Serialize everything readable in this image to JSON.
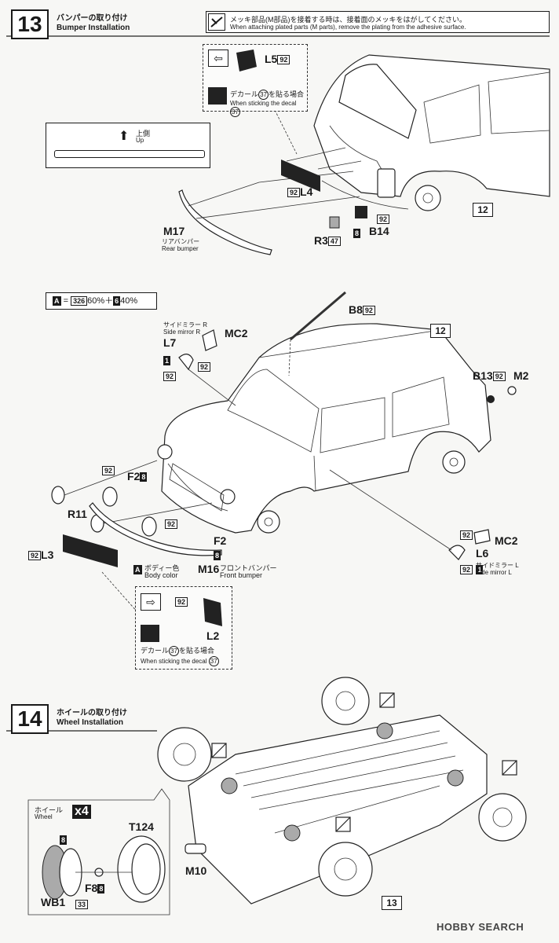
{
  "step13": {
    "number": "13",
    "title_jp": "バンパーの取り付け",
    "title_en": "Bumper Installation",
    "note_jp": "メッキ部品(M部品)を接着する時は、接着面のメッキをはがしてください。",
    "note_en": "When attaching plated parts (M parts), remove the plating from the adhesive surface."
  },
  "rear": {
    "up_jp": "上側",
    "up_en": "Up",
    "l5": "L5",
    "c92": "92",
    "decal_jp_pre": "デカール",
    "decal_num": "37",
    "decal_jp_post": "を貼る場合",
    "decal_en_pre": "When sticking the decal",
    "l4": "L4",
    "m17": "M17",
    "m17_jp": "リアバンパー",
    "m17_en": "Rear bumper",
    "r3": "R3",
    "c47": "47",
    "b14": "B14",
    "c8": "8",
    "ref12": "12"
  },
  "front": {
    "mix_a": "A",
    "mix_eq": "=",
    "mix_326": "326",
    "mix_60": "60%＋",
    "mix_6": "6",
    "mix_40": "40%",
    "b8": "B8",
    "mirror_r_jp": "サイドミラー R",
    "mirror_r_en": "Side mirror R",
    "mc2": "MC2",
    "l7": "L7",
    "c1": "1",
    "ref12": "12",
    "b13": "B13",
    "m2": "M2",
    "r11": "R11",
    "f2": "F2",
    "l3": "L3",
    "body_jp": "ボディー色",
    "body_en": "Body color",
    "m16": "M16",
    "m16_jp": "フロントバンパー",
    "m16_en": "Front bumper",
    "l6": "L6",
    "mirror_l_jp": "サイドミラー L",
    "mirror_l_en": "Side mirror L",
    "l2": "L2"
  },
  "step14": {
    "number": "14",
    "title_jp": "ホイールの取り付け",
    "title_en": "Wheel Installation",
    "wheel_jp": "ホイール",
    "wheel_en": "Wheel",
    "x4": "x4",
    "t124": "T124",
    "c8": "8",
    "f8": "F8",
    "wb1": "WB1",
    "c33": "33",
    "m10": "M10",
    "ref13": "13"
  },
  "watermark": "HOBBY SEARCH"
}
